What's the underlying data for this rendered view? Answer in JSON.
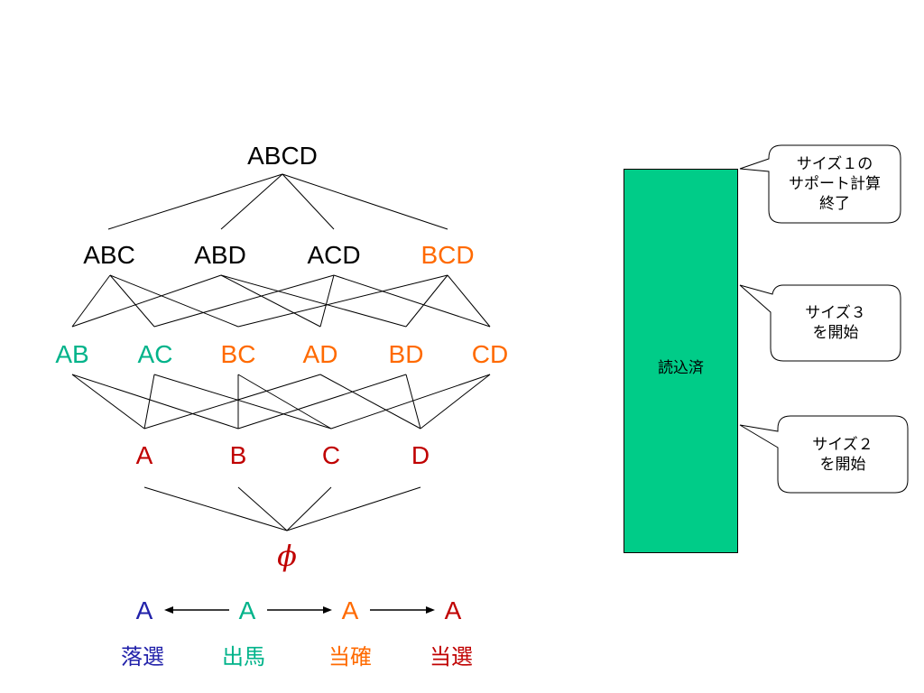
{
  "lattice": {
    "top": {
      "text": "ABCD",
      "color": "#000000"
    },
    "level3": [
      {
        "text": "ABC",
        "color": "#000000"
      },
      {
        "text": "ABD",
        "color": "#000000"
      },
      {
        "text": "ACD",
        "color": "#000000"
      },
      {
        "text": "BCD",
        "color": "#ff6a00"
      }
    ],
    "level2": [
      {
        "text": "AB",
        "color": "#00b38a"
      },
      {
        "text": "AC",
        "color": "#00b38a"
      },
      {
        "text": "BC",
        "color": "#ff6a00"
      },
      {
        "text": "AD",
        "color": "#ff6a00"
      },
      {
        "text": "BD",
        "color": "#ff6a00"
      },
      {
        "text": "CD",
        "color": "#ff6a00"
      }
    ],
    "level1": [
      {
        "text": "A",
        "color": "#c00000"
      },
      {
        "text": "B",
        "color": "#c00000"
      },
      {
        "text": "C",
        "color": "#c00000"
      },
      {
        "text": "D",
        "color": "#c00000"
      }
    ],
    "empty_set": {
      "text": "ϕ",
      "color": "#c00000"
    }
  },
  "legend": [
    {
      "letter": "A",
      "label": "落選",
      "color": "#2222aa"
    },
    {
      "letter": "A",
      "label": "出馬",
      "color": "#00b38a"
    },
    {
      "letter": "A",
      "label": "当確",
      "color": "#ff6a00"
    },
    {
      "letter": "A",
      "label": "当選",
      "color": "#c00000"
    }
  ],
  "bar": {
    "label": "読込済",
    "color": "#00cc88"
  },
  "callouts": [
    {
      "lines": [
        "サイズ１の",
        "サポート計算",
        "終了"
      ]
    },
    {
      "lines": [
        "サイズ３",
        "を開始"
      ]
    },
    {
      "lines": [
        "サイズ２",
        "を開始"
      ]
    }
  ]
}
